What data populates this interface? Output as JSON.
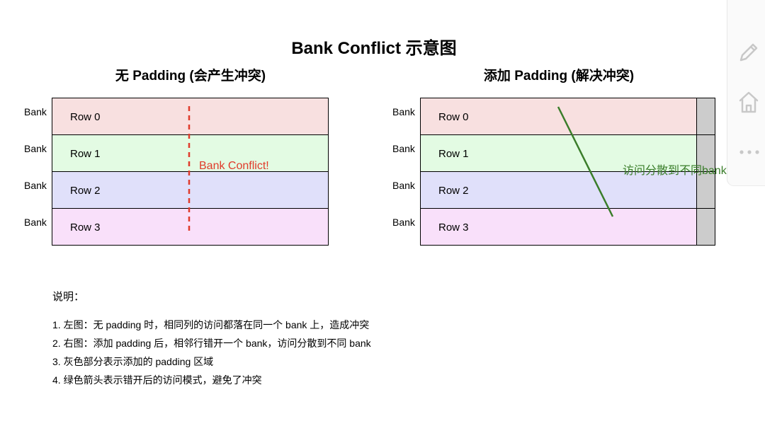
{
  "title": "Bank Conflict 示意图",
  "left_panel": {
    "subtitle": "无 Padding (会产生冲突)",
    "bank_labels": [
      "Bank",
      "Bank",
      "Bank",
      "Bank"
    ],
    "rows": [
      "Row 0",
      "Row 1",
      "Row 2",
      "Row 3"
    ],
    "annotation": "Bank Conflict!"
  },
  "right_panel": {
    "subtitle": "添加 Padding (解决冲突)",
    "bank_labels": [
      "Bank",
      "Bank",
      "Bank",
      "Bank"
    ],
    "rows": [
      "Row 0",
      "Row 1",
      "Row 2",
      "Row 3"
    ],
    "annotation": "访问分散到不同bank"
  },
  "notes": {
    "heading": "说明：",
    "items": [
      "1. 左图：无 padding 时，相同列的访问都落在同一个 bank 上，造成冲突",
      "2. 右图：添加 padding 后，相邻行错开一个 bank，访问分散到不同 bank",
      "3. 灰色部分表示添加的 padding 区域",
      "4. 绿色箭头表示错开后的访问模式，避免了冲突"
    ]
  },
  "colors": {
    "row0": "#f8e0e0",
    "row1": "#e3fbe3",
    "row2": "#e0e0fa",
    "row3": "#f9e0fa",
    "padding": "#cccccc",
    "conflict": "#e03b2b",
    "access": "#3a7d2a"
  },
  "toolbar_icons": [
    "chat-icon",
    "pencil-icon",
    "home-icon",
    "more-icon"
  ]
}
